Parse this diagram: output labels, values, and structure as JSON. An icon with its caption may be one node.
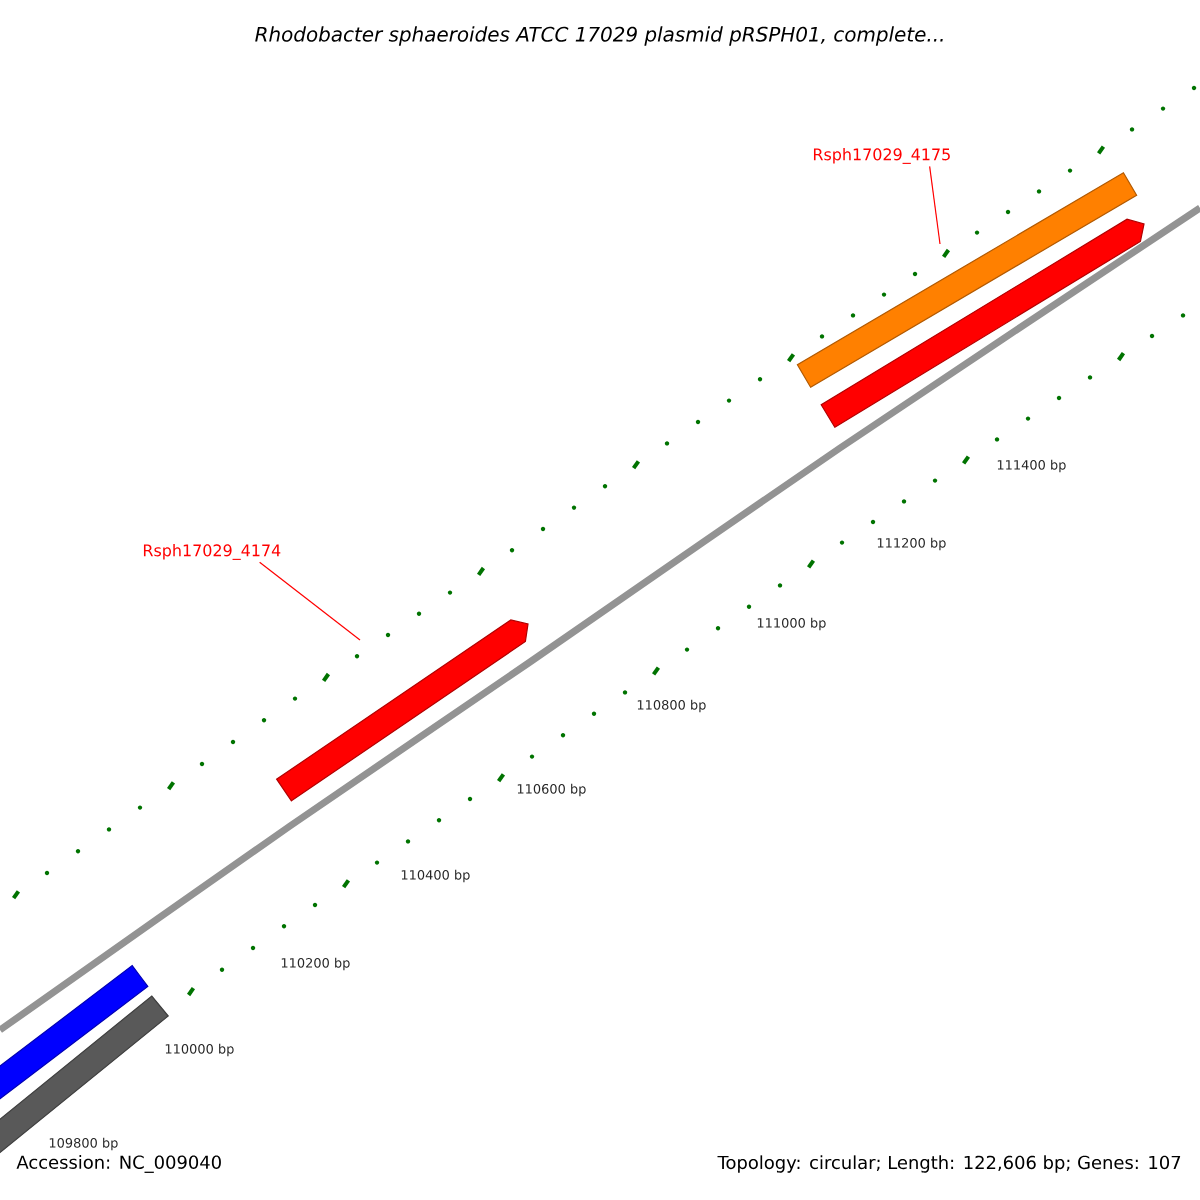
{
  "diagram": {
    "title": "Rhodobacter sphaeroides ATCC 17029 plasmid pRSPH01, complete...",
    "nodes": [
      {
        "text": [
          "Rsph17029_4175"
        ]
      },
      {
        "text": [],
        "shape": "bar"
      },
      {
        "text": [
          "Rsph17029_4174"
        ]
      },
      {
        "text": [],
        "shape": "bar"
      },
      {
        "text": [],
        "shape": "bar"
      },
      {
        "text": [],
        "shape": "bar"
      },
      {
        "text": [],
        "shape": "bar"
      }
    ],
    "edges": [
      {
        "from": 0,
        "to": 1,
        "arrow": "none"
      },
      {
        "from": 2,
        "to": 3,
        "arrow": "none"
      }
    ],
    "labels": [
      "109800 bp",
      "110000 bp",
      "110200 bp",
      "110400 bp",
      "110600 bp",
      "110800 bp",
      "111000 bp",
      "111200 bp",
      "111400 bp",
      "Accession: NC_009040",
      "Topology: circular; Length: 122,606 bp; Genes: 107"
    ]
  }
}
